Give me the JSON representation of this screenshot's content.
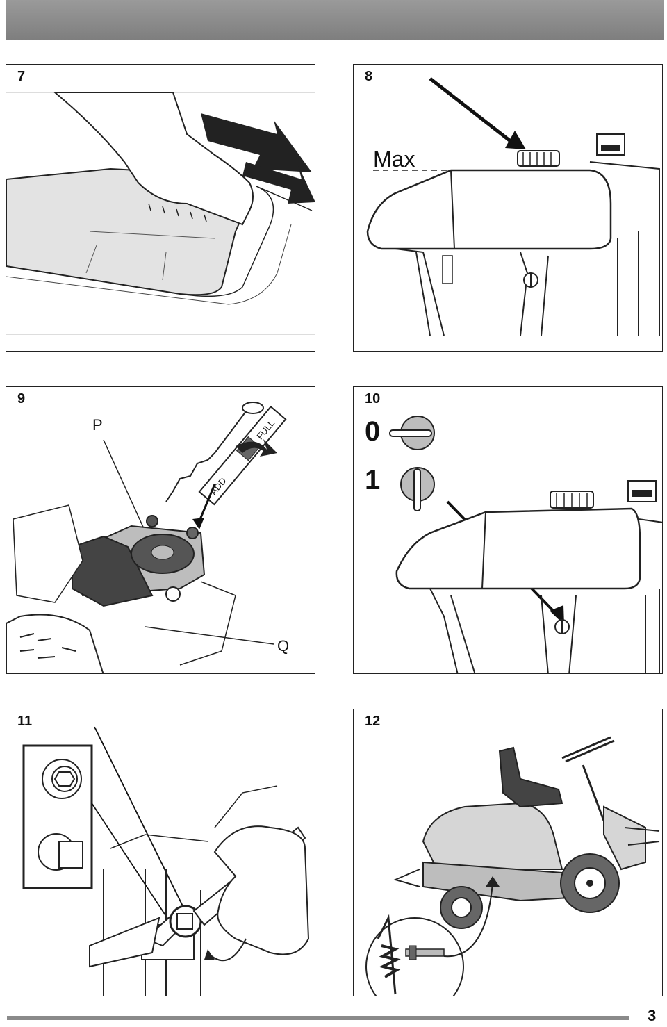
{
  "header": {
    "color": "#8c8c8c"
  },
  "panels": [
    {
      "number": "7",
      "description_icon": "hand-pushing-seat-icon"
    },
    {
      "number": "8",
      "label_max": "Max",
      "description_icon": "fuel-tank-icon"
    },
    {
      "number": "9",
      "label_p": "P",
      "label_q": "Q",
      "dipstick_add": "ADD",
      "dipstick_full": "FULL",
      "description_icon": "engine-oil-dipstick-icon"
    },
    {
      "number": "10",
      "label_off": "0",
      "label_on": "1",
      "description_icon": "fuel-valve-icon"
    },
    {
      "number": "11",
      "description_icon": "drain-plug-wrench-icon"
    },
    {
      "number": "12",
      "description_icon": "riding-mower-icon"
    }
  ],
  "footer": {
    "page_number": "3"
  }
}
